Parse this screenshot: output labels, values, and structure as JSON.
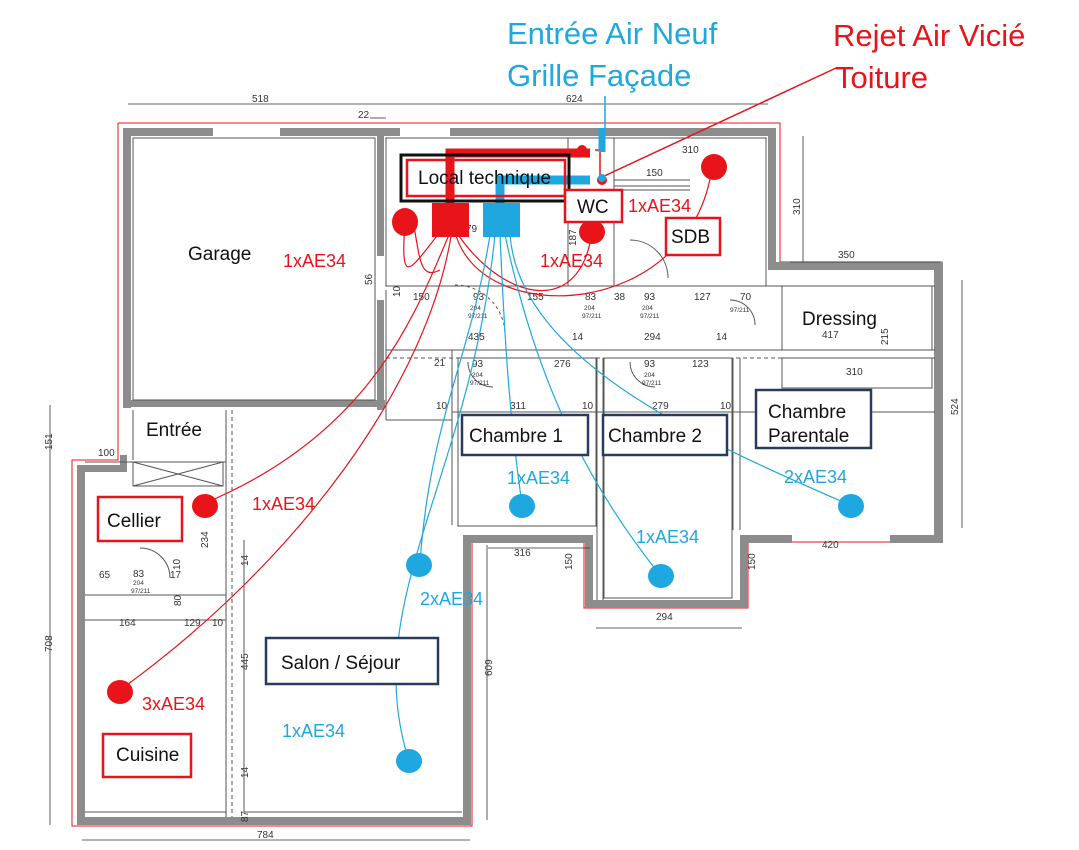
{
  "legend": {
    "supply_line1": "Entrée Air Neuf",
    "supply_line2": "Grille Façade",
    "exhaust_line1": "Rejet Air Vicié",
    "exhaust_line2": "Toiture"
  },
  "rooms": {
    "garage": "Garage",
    "local_technique": "Local technique",
    "wc": "WC",
    "sdb": "SDB",
    "dressing": "Dressing",
    "entree": "Entrée",
    "cellier": "Cellier",
    "chambre1": "Chambre 1",
    "chambre2": "Chambre 2",
    "chambre_parentale_1": "Chambre",
    "chambre_parentale_2": "Parentale",
    "salon": "Salon / Séjour",
    "cuisine": "Cuisine"
  },
  "vents": {
    "garage": "1xAE34",
    "wc": "1xAE34",
    "sdb": "1xAE34",
    "cellier": "1xAE34",
    "cuisine": "3xAE34",
    "chambre1": "1xAE34",
    "chambre2": "1xAE34",
    "chambre_parentale": "2xAE34",
    "salon_upper": "2xAE34",
    "salon_lower": "1xAE34"
  },
  "dimensions": {
    "top_left": "518",
    "top_right": "624",
    "top_small": "22",
    "sdb_width": "310",
    "wc_150": "150",
    "sdb_310_v": "310",
    "dressing_350": "350",
    "dressing_417": "417",
    "garage_height": "56",
    "corridor": [
      "10",
      "150",
      "93",
      "155",
      "83",
      "38",
      "93",
      "127",
      "70"
    ],
    "door_sizes": [
      "204",
      "97/211"
    ],
    "corridor_435": "435",
    "corridor_14": "14",
    "corridor_294": "294",
    "corridor_14b": "14",
    "v_215": "215",
    "ch1_93": "93",
    "ch1_276": "276",
    "ch2_93": "93",
    "ch2_123": "123",
    "ch1_311": "311",
    "ch_10": "10",
    "ch2_279": "279",
    "ch2_10": "10",
    "par_310": "310",
    "par_524": "524",
    "d_21": "21",
    "d_10": "10",
    "d_79": "79",
    "d_187": "187",
    "entree_151": "151",
    "entree_100": "100",
    "cellier_234": "234",
    "cellier_65": "65",
    "cellier_83": "83",
    "cellier_17": "17",
    "cellier_10": "10",
    "cellier_80": "80",
    "kitchen_164": "164",
    "kitchen_129": "129",
    "kitchen_10": "10",
    "left_708": "708",
    "salon_445": "445",
    "salon_14a": "14",
    "salon_14b": "14",
    "salon_609": "609",
    "bottom_784": "784",
    "bottom_87": "87",
    "ch2_bottom_316": "316",
    "ch2_150": "150",
    "bottom_294": "294",
    "right_150": "150",
    "right_420": "420"
  },
  "colors": {
    "supply": "#1fa8e0",
    "exhaust": "#e8141a",
    "wall": "#8c8c8c",
    "label_box_navy": "#2a3a5c"
  }
}
